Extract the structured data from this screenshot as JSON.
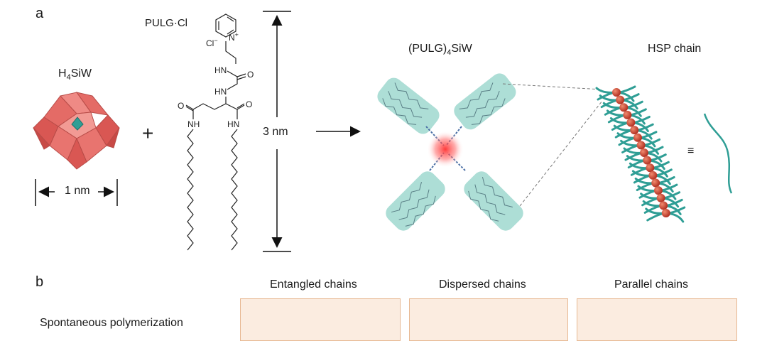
{
  "panel_a": {
    "letter": "a",
    "polyoxometalate": {
      "label_main": "H",
      "label_sub": "4",
      "label_rest": "SiW",
      "size_label": "1 nm"
    },
    "plus_sign": "+",
    "ligand": {
      "name": "PULG·Cl",
      "counter_ion": "Cl",
      "counter_ion_sup": "−",
      "n_plus": "N",
      "n_plus_sup": "+",
      "atom_labels": [
        "HN",
        "O",
        "HN",
        "O",
        "O",
        "NH",
        "HN"
      ]
    },
    "length_label": "3 nm",
    "complex": {
      "label_main": "(PULG)",
      "label_sub": "4",
      "label_rest": "SiW"
    },
    "hsp_chain": {
      "label": "HSP chain",
      "equiv_symbol": "≡"
    },
    "colors": {
      "poly_red": "#e0625e",
      "teal": "#3aa896",
      "bead": "#c0392b",
      "glow": "#ff4a4a"
    }
  },
  "panel_b": {
    "letter": "b",
    "row_label": "Spontaneous polymerization",
    "columns": [
      "Entangled chains",
      "Dispersed chains",
      "Parallel chains"
    ],
    "box_color": "#fbece0"
  }
}
